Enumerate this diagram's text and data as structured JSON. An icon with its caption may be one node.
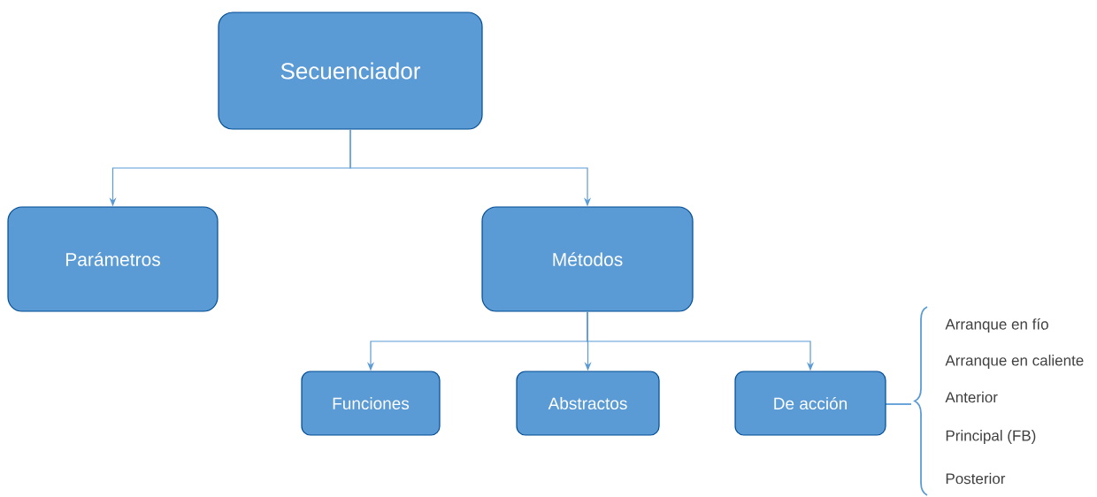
{
  "diagram": {
    "nodes": [
      {
        "text": [
          "Secuenciador"
        ]
      },
      {
        "text": [
          "Parámetros"
        ]
      },
      {
        "text": [
          "Métodos"
        ]
      },
      {
        "text": [
          "Funciones"
        ]
      },
      {
        "text": [
          "Abstractos"
        ]
      },
      {
        "text": [
          "De acción"
        ]
      }
    ],
    "edges": [
      {
        "from": 0,
        "to": 1,
        "arrow": "to"
      },
      {
        "from": 0,
        "to": 2,
        "arrow": "to"
      },
      {
        "from": 2,
        "to": 3,
        "arrow": "to"
      },
      {
        "from": 2,
        "to": 4,
        "arrow": "to"
      },
      {
        "from": 2,
        "to": 5,
        "arrow": "to"
      }
    ],
    "labels": [
      "Arranque en fío",
      "Arranque en caliente",
      "Anterior",
      "Principal (FB)",
      "Posterior"
    ]
  }
}
